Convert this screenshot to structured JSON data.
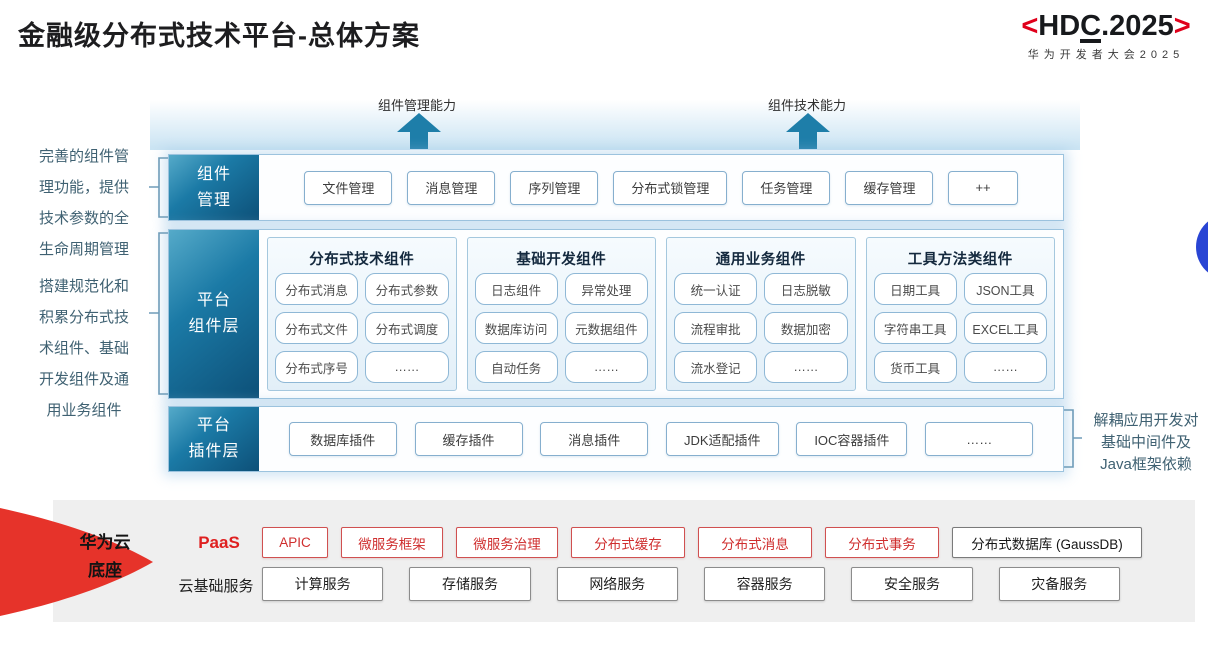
{
  "title": "金融级分布式技术平台-总体方案",
  "logo": {
    "bracket_left": "<",
    "prefix": "HD",
    "underlined": "C",
    "suffix": ".2025",
    "bracket_right": ">",
    "subtitle": "华为开发者大会2025"
  },
  "capability_arrows": {
    "left": "组件管理能力",
    "right": "组件技术能力"
  },
  "side_notes": {
    "left_top": [
      "完善的组件管",
      "理功能，提供",
      "技术参数的全",
      "生命周期管理"
    ],
    "left_bottom": [
      "搭建规范化和",
      "积累分布式技",
      "术组件、基础",
      "开发组件及通",
      "用业务组件"
    ],
    "right": [
      "解耦应用开发对",
      "基础中间件及",
      "Java框架依赖"
    ]
  },
  "layers": {
    "component_mgmt": {
      "label": [
        "组件",
        "管理"
      ],
      "items": [
        "文件管理",
        "消息管理",
        "序列管理",
        "分布式锁管理",
        "任务管理",
        "缓存管理",
        "++"
      ]
    },
    "platform_components": {
      "label": [
        "平台",
        "组件层"
      ],
      "groups": [
        {
          "title": "分布式技术组件",
          "items": [
            "分布式消息",
            "分布式参数",
            "分布式文件",
            "分布式调度",
            "分布式序号",
            "……"
          ]
        },
        {
          "title": "基础开发组件",
          "items": [
            "日志组件",
            "异常处理",
            "数据库访问",
            "元数据组件",
            "自动任务",
            "……"
          ]
        },
        {
          "title": "通用业务组件",
          "items": [
            "统一认证",
            "日志脱敏",
            "流程审批",
            "数据加密",
            "流水登记",
            "……"
          ]
        },
        {
          "title": "工具方法类组件",
          "items": [
            "日期工具",
            "JSON工具",
            "字符串工具",
            "EXCEL工具",
            "货币工具",
            "……"
          ]
        }
      ]
    },
    "platform_plugins": {
      "label": [
        "平台",
        "插件层"
      ],
      "items": [
        "数据库插件",
        "缓存插件",
        "消息插件",
        "JDK适配插件",
        "IOC容器插件",
        "……"
      ]
    }
  },
  "foundation": {
    "label": [
      "华为云",
      "底座"
    ],
    "paas": {
      "label": "PaaS",
      "items": [
        "APIC",
        "微服务框架",
        "微服务治理",
        "分布式缓存",
        "分布式消息",
        "分布式事务"
      ],
      "db_item": "分布式数据库 (GaussDB)"
    },
    "iaas": {
      "label": "云基础服务",
      "items": [
        "计算服务",
        "存储服务",
        "网络服务",
        "容器服务",
        "安全服务",
        "灾备服务"
      ]
    }
  },
  "colors": {
    "accent_red": "#e0001b",
    "layer_blue_dark": "#0d5078",
    "layer_blue": "#1b7aa6",
    "arrow_teal": "#1e7ea9",
    "circle_blue": "#2945d4",
    "paas_red": "#cf2e2e"
  }
}
